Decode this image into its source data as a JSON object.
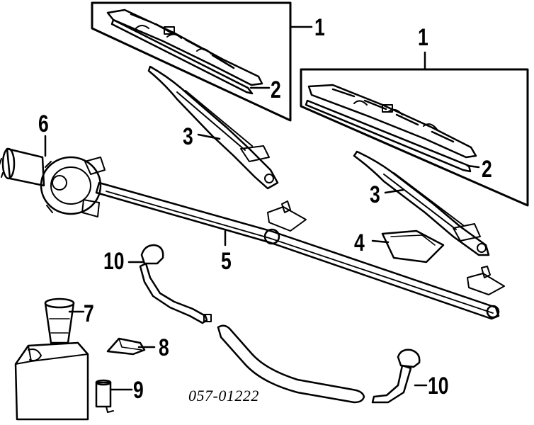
{
  "callouts": {
    "blade_left": "1",
    "blade_right": "1",
    "insert_left": "2",
    "insert_right": "2",
    "arm_left": "3",
    "arm_right": "3",
    "pivot_cap": "4",
    "linkage": "5",
    "motor": "6",
    "reservoir_neck": "7",
    "clip": "8",
    "pump": "9",
    "nozzle_left": "10",
    "nozzle_right": "10"
  },
  "diagram_code": "057-01222"
}
